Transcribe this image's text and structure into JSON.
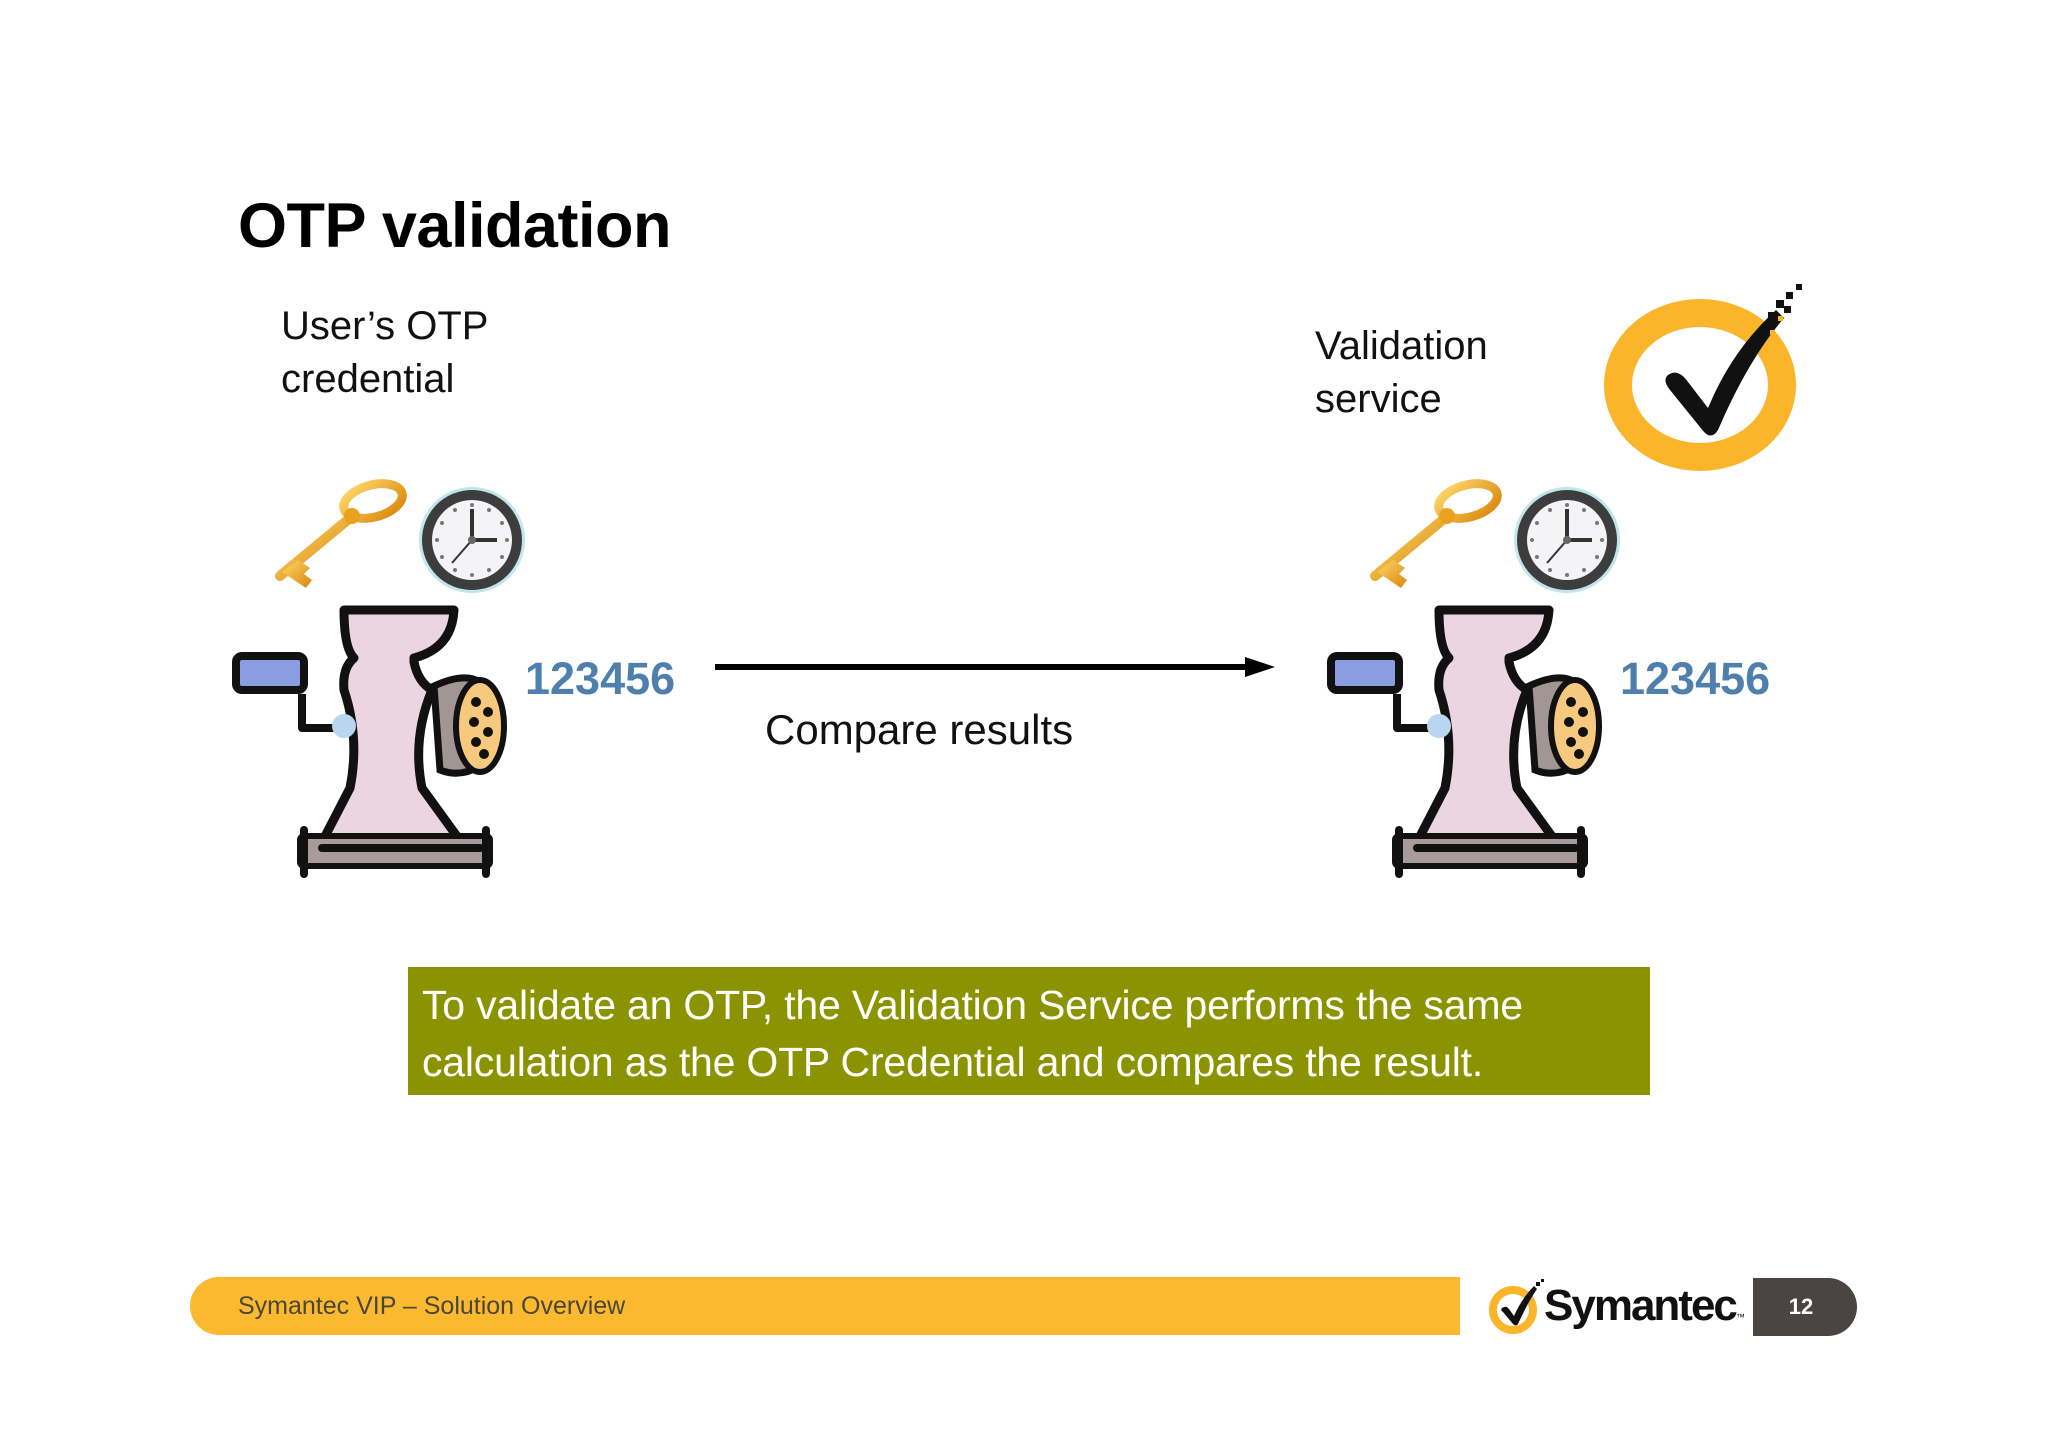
{
  "slide": {
    "title": "OTP validation",
    "left_group": {
      "label": "User’s OTP\ncredential",
      "otp_value": "123456",
      "icons": [
        "key-icon",
        "clock-icon",
        "meat-grinder-icon"
      ]
    },
    "right_group": {
      "label": "Validation\nservice",
      "otp_value": "123456",
      "icons": [
        "symantec-checkmark-logo",
        "key-icon",
        "clock-icon",
        "meat-grinder-icon"
      ]
    },
    "connector": {
      "label": "Compare results",
      "direction": "right-arrow"
    },
    "callout": {
      "line1": "To validate an OTP, the Validation Service performs the same",
      "line2": "calculation as the OTP Credential and compares the result.",
      "background_color": "#8b9400",
      "text_color": "#ffffff"
    }
  },
  "footer": {
    "text": "Symantec VIP – Solution Overview",
    "brand": "Symantec",
    "trademark": "™",
    "page_number": "12",
    "bar_color": "#fbb92f",
    "page_box_color": "#4c4442"
  },
  "colors": {
    "otp_number": "#4f7fad",
    "logo_yellow": "#fbb52b"
  }
}
